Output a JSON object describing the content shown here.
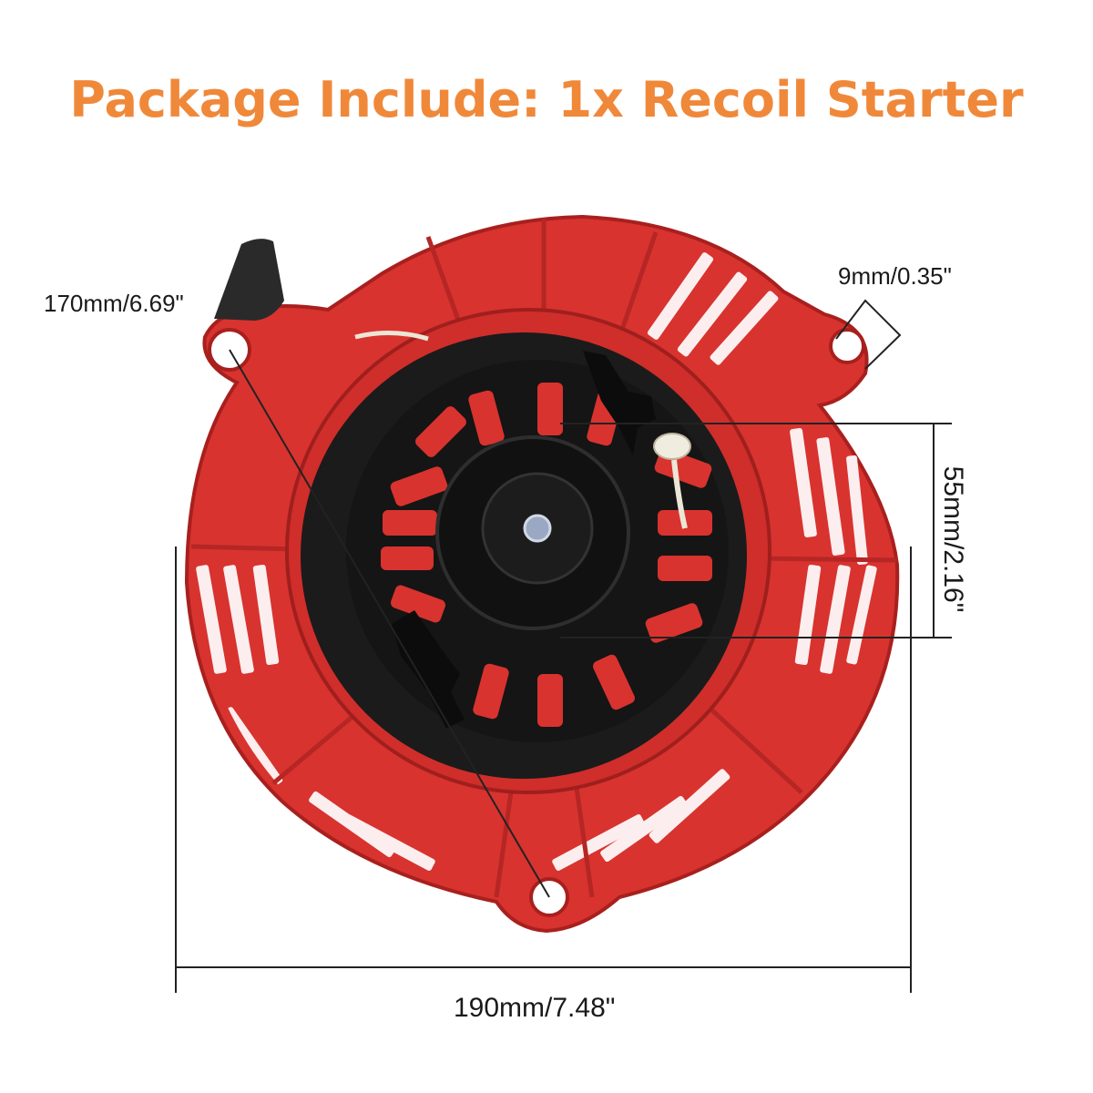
{
  "title": "Package Include: 1x Recoil Starter",
  "dimensions": {
    "diagonal": "170mm/6.69\"",
    "hole": "9mm/0.35\"",
    "center": "55mm/2.16\"",
    "width": "190mm/7.48\""
  },
  "colors": {
    "title": "#f0883a",
    "housing": "#d8332f",
    "housing_dark": "#a8201e",
    "pulley": "#1b1b1b",
    "handle": "#2a2a2a",
    "dimension_line": "#222222"
  },
  "icons": {
    "product": "recoil-starter-image"
  }
}
